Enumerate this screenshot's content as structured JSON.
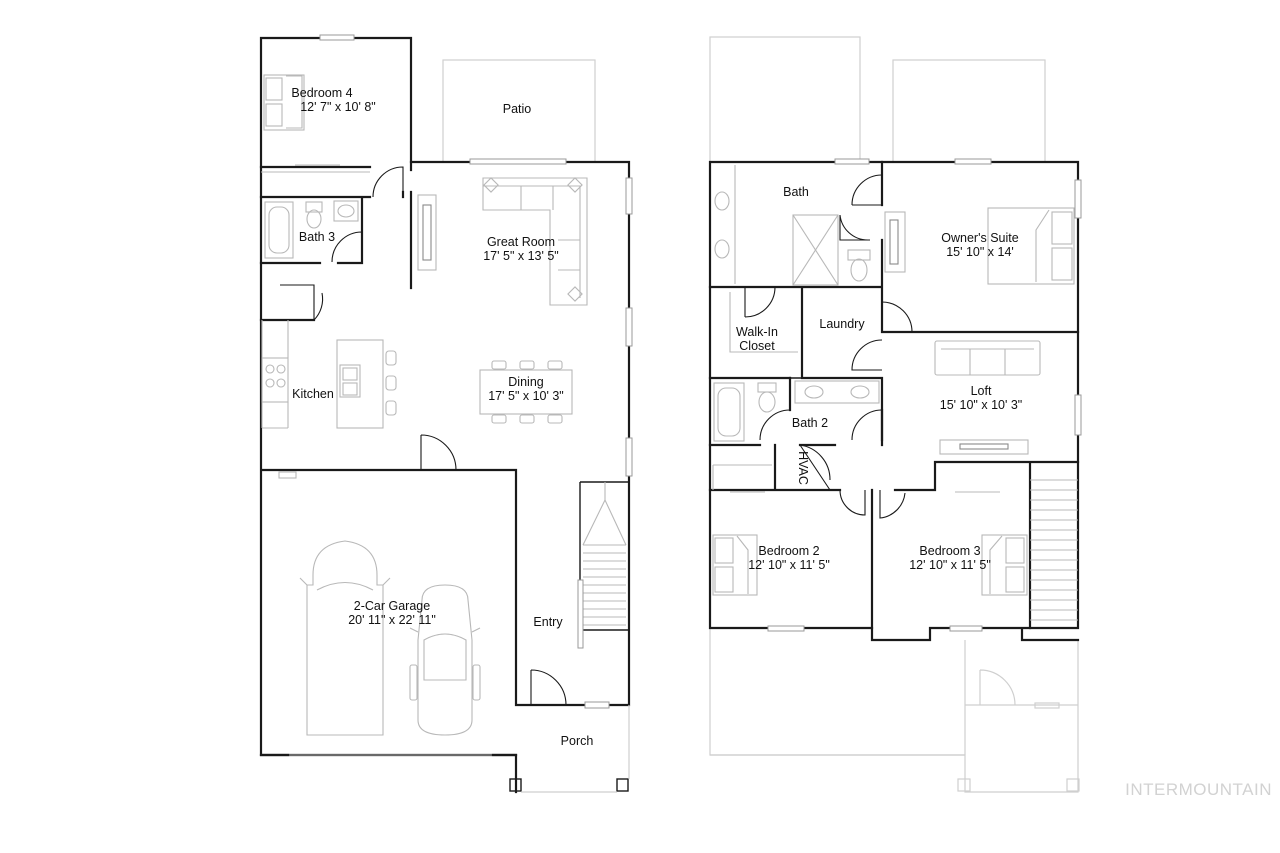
{
  "first_floor": {
    "bedroom4": {
      "name": "Bedroom 4",
      "size": "12' 7\" x 10' 8\""
    },
    "patio": {
      "name": "Patio"
    },
    "bath3": {
      "name": "Bath 3"
    },
    "great_room": {
      "name": "Great Room",
      "size": "17' 5\" x 13' 5\""
    },
    "kitchen": {
      "name": "Kitchen"
    },
    "dining": {
      "name": "Dining",
      "size": "17' 5\" x 10' 3\""
    },
    "garage": {
      "name": "2-Car Garage",
      "size": "20' 11\" x 22' 11\""
    },
    "entry": {
      "name": "Entry"
    },
    "porch": {
      "name": "Porch"
    }
  },
  "second_floor": {
    "bath": {
      "name": "Bath"
    },
    "owners_suite": {
      "name": "Owner's Suite",
      "size": "15' 10\" x 14'"
    },
    "walk_in_closet": {
      "line1": "Walk-In",
      "line2": "Closet"
    },
    "laundry": {
      "name": "Laundry"
    },
    "loft": {
      "name": "Loft",
      "size": "15' 10\" x 10' 3\""
    },
    "bath2": {
      "name": "Bath 2"
    },
    "hvac": {
      "name": "HVAC"
    },
    "bedroom2": {
      "name": "Bedroom 2",
      "size": "12' 10\" x 11' 5\""
    },
    "bedroom3": {
      "name": "Bedroom 3",
      "size": "12' 10\" x 11' 5\""
    }
  },
  "watermark": "INTERMOUNTAIN"
}
